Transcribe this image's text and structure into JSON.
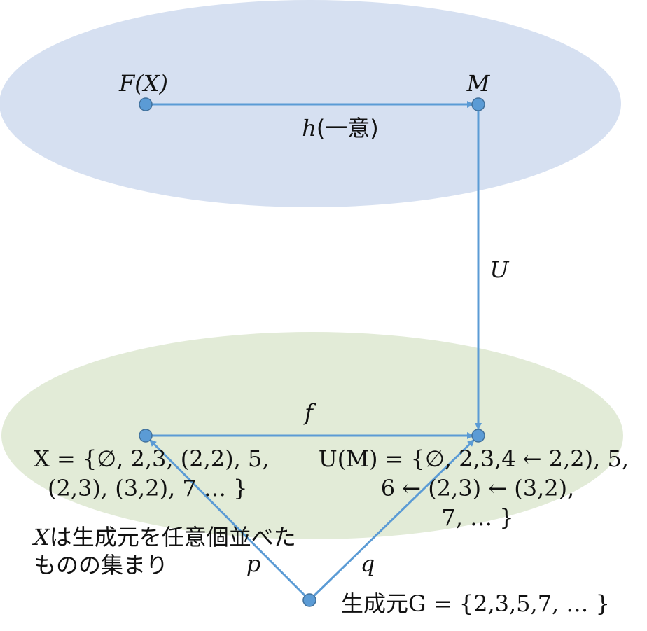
{
  "colors": {
    "top_region": "#d6e0f1",
    "bottom_region": "#e2ebd7",
    "node": "#5b9bd5",
    "arrow": "#5b9bd5"
  },
  "nodes": {
    "fx": "F(X)",
    "m": "M"
  },
  "arrows": {
    "h": "h",
    "h_note": "(一意)",
    "u": "U",
    "f": "f",
    "p": "p",
    "q": "q"
  },
  "x_set": {
    "line1": "X = {∅, 2,3, (2,2), 5,",
    "line2": "(2,3), (3,2), 7 … }"
  },
  "um_set": {
    "line1": "U(M) = {∅, 2,3,4 ← 2,2), 5,",
    "line2": "6 ← (2,3) ← (3,2),",
    "line3": "7, … }"
  },
  "note": {
    "symbol": "X",
    "line1": "は生成元を任意個並べた",
    "line2": "ものの集まり"
  },
  "generator": {
    "prefix": "生成元",
    "formula": "G = {2,3,5,7, … }"
  }
}
